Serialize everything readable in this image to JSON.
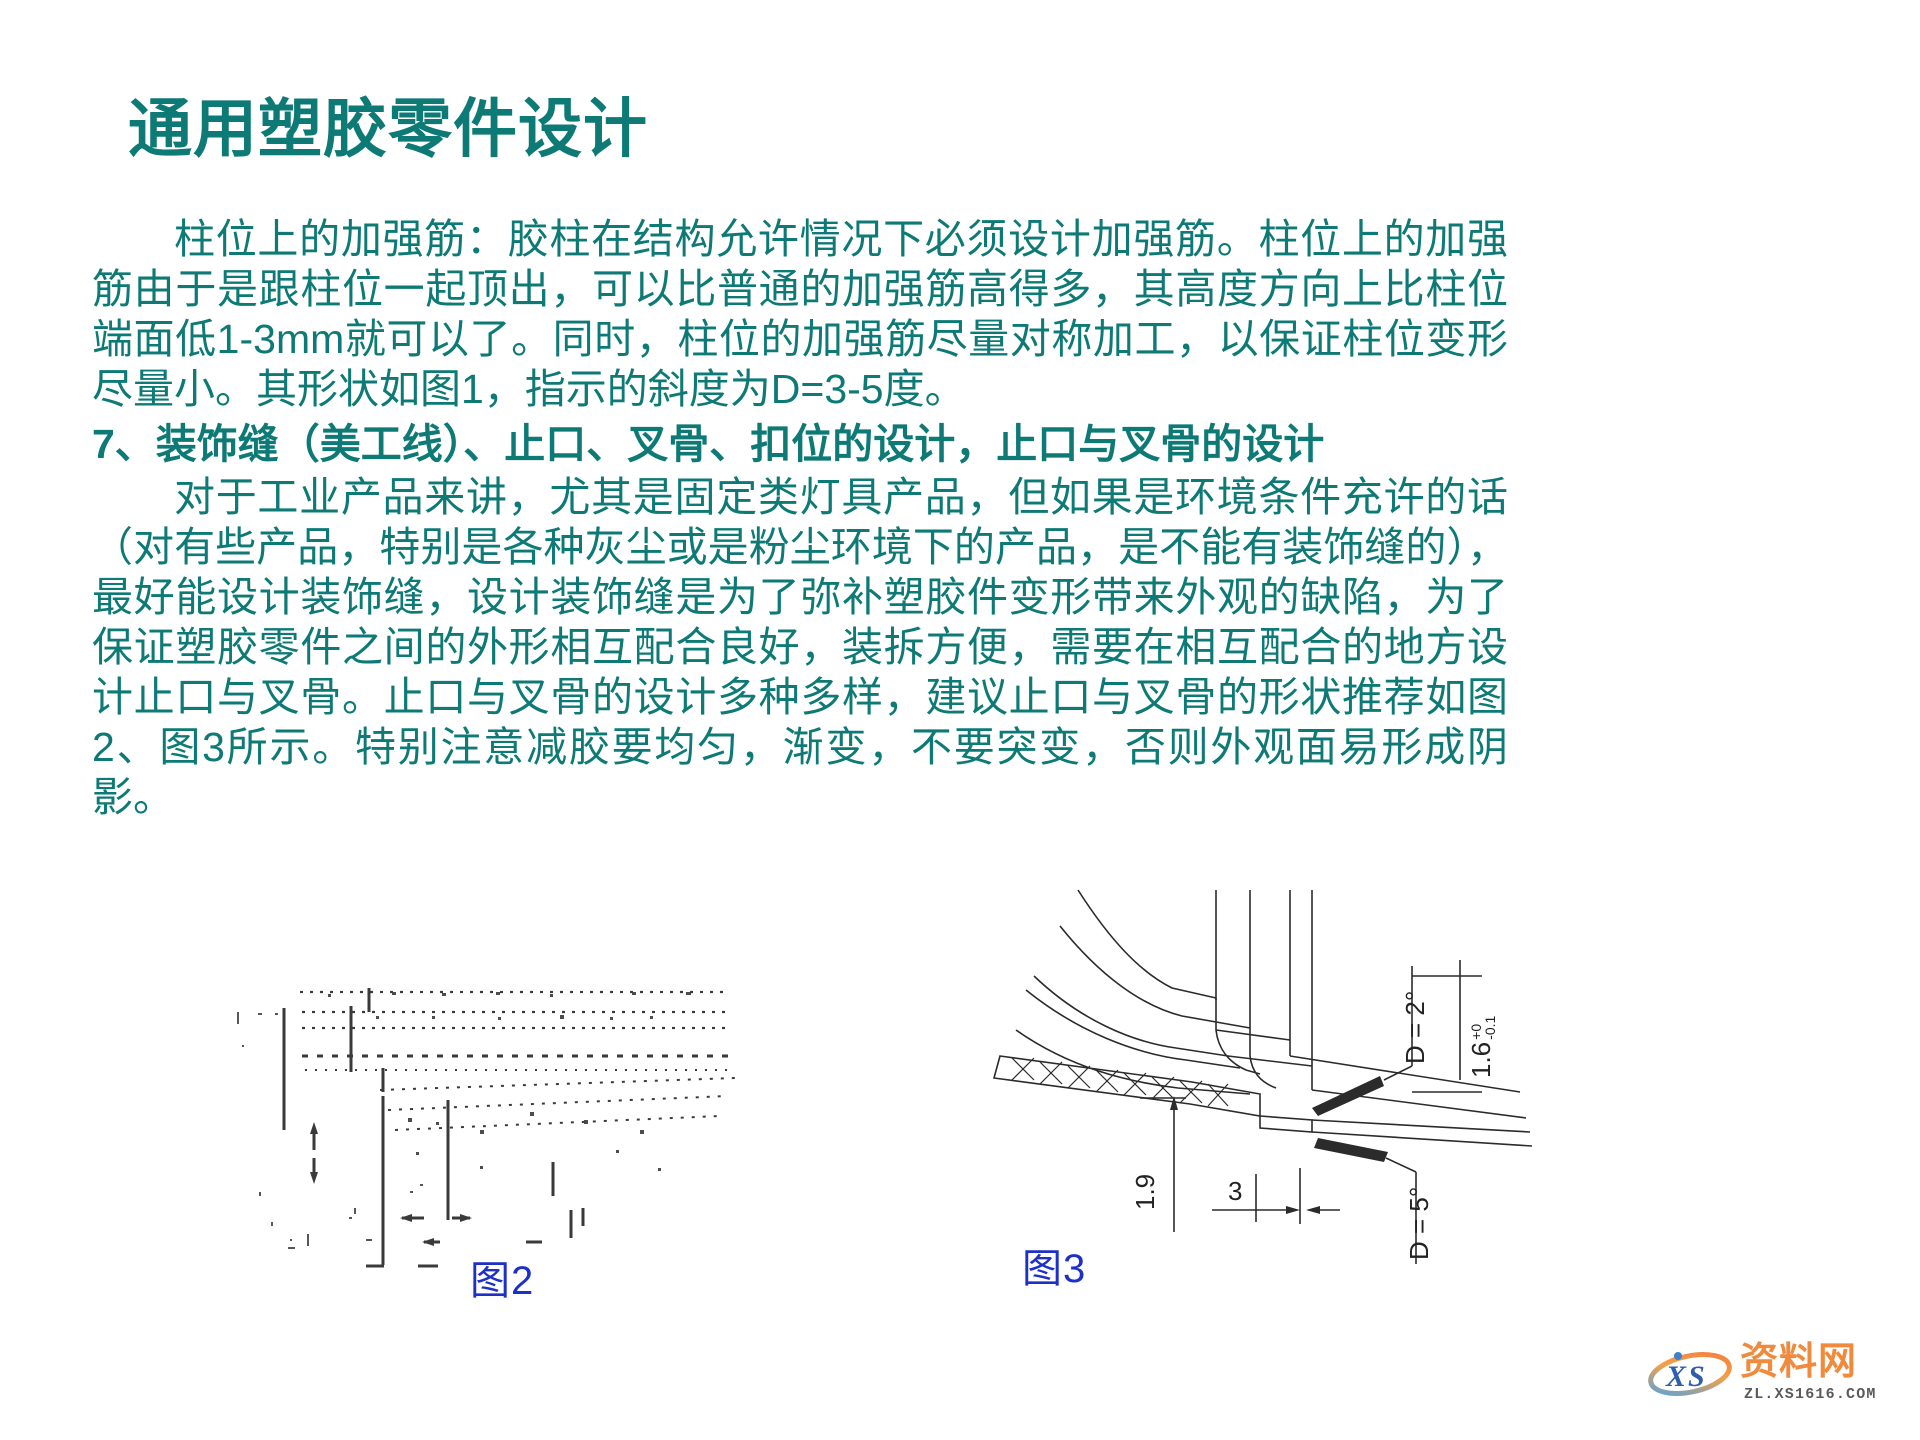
{
  "slide": {
    "title": "通用塑胶零件设计",
    "accent_color": "#0e7a75",
    "caption_color": "#1d30c8",
    "background": "#ffffff"
  },
  "body": {
    "paragraph1": "柱位上的加强筋：胶柱在结构允许情况下必须设计加强筋。柱位上的加强筋由于是跟柱位一起顶出，可以比普通的加强筋高得多，其高度方向上比柱位端面低1-3mm就可以了。同时，柱位的加强筋尽量对称加工，以保证柱位变形尽量小。其形状如图1，指示的斜度为D=3-5度。",
    "section_heading": "7、装饰缝（美工线）、止口、叉骨、扣位的设计，止口与叉骨的设计",
    "paragraph2": "对于工业产品来讲，尤其是固定类灯具产品，但如果是环境条件充许的话（对有些产品，特别是各种灰尘或是粉尘环境下的产品，是不能有装饰缝的），最好能设计装饰缝，设计装饰缝是为了弥补塑胶件变形带来外观的缺陷，为了保证塑胶零件之间的外形相互配合良好，装拆方便，需要在相互配合的地方设计止口与叉骨。止口与叉骨的设计多种多样，建议止口与叉骨的形状推荐如图2、图3所示。特别注意减胶要均匀，渐变，不要突变，否则外观面易形成阴影。"
  },
  "figures": {
    "figure2": {
      "caption": "图2",
      "description": "faded-technical-drawing-snap-joint-section"
    },
    "figure3": {
      "caption": "图3",
      "description": "cad-section-view-of-lip-and-rib-joint",
      "dimensions": {
        "draft_angle_top": "D = 2°",
        "thickness": "1.6",
        "thickness_tol_upper": "+0",
        "thickness_tol_lower": "-0.1",
        "height": "1.9",
        "width": "3",
        "draft_angle_bottom": "D = 5°"
      }
    }
  },
  "watermark": {
    "mark": "XS",
    "name": "资料网",
    "url": "ZL.XS1616.COM"
  }
}
